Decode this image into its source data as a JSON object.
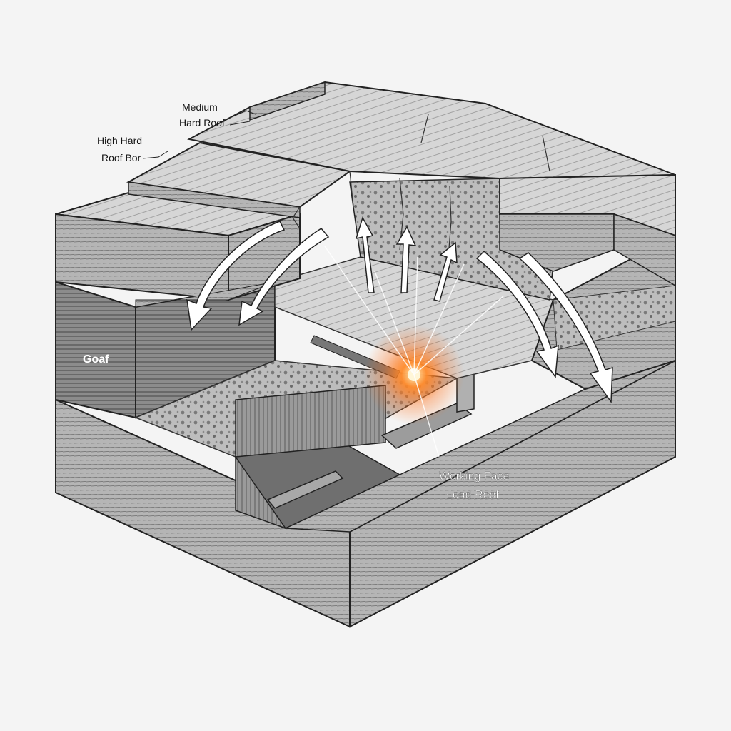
{
  "labels": {
    "medium_hard_roof_line1": "Medium",
    "medium_hard_roof_line2": "Hard Roof",
    "high_hard_roof_line1": "High Hard",
    "high_hard_roof_line2": "Roof Bor",
    "goaf": "Goaf",
    "working_face_line1": "Working Face",
    "working_face_line2": "Load Roof"
  },
  "colors": {
    "background": "#f4f4f4",
    "rock_top": "#cfcfcf",
    "rock_side": "#a9a9a9",
    "rock_dark": "#5c5c5c",
    "outline": "#222222",
    "arrow_fill": "#ffffff",
    "glow": "#ff7a1a"
  },
  "icons": {
    "arrows": "curved-subsidence-arrow",
    "stress": "upward-stress-arrow",
    "glow": "hot-spot-glow"
  }
}
